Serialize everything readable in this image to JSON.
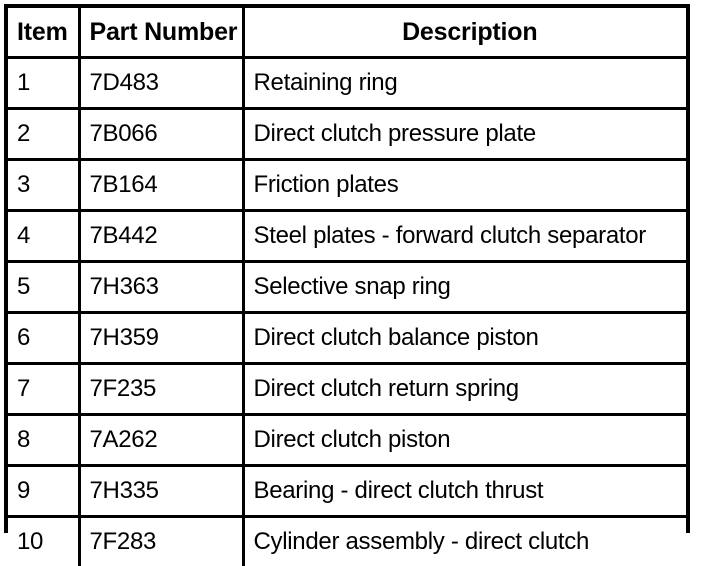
{
  "table": {
    "columns": [
      {
        "key": "item",
        "label": "Item",
        "align": "left"
      },
      {
        "key": "part_number",
        "label": "Part Number",
        "align": "left"
      },
      {
        "key": "description",
        "label": "Description",
        "align": "center"
      }
    ],
    "rows": [
      {
        "item": "1",
        "part_number": "7D483",
        "description": "Retaining ring"
      },
      {
        "item": "2",
        "part_number": "7B066",
        "description": "Direct clutch pressure plate"
      },
      {
        "item": "3",
        "part_number": "7B164",
        "description": "Friction plates"
      },
      {
        "item": "4",
        "part_number": "7B442",
        "description": "Steel plates - forward clutch separator"
      },
      {
        "item": "5",
        "part_number": "7H363",
        "description": "Selective snap ring"
      },
      {
        "item": "6",
        "part_number": "7H359",
        "description": "Direct clutch balance piston"
      },
      {
        "item": "7",
        "part_number": "7F235",
        "description": "Direct clutch return spring"
      },
      {
        "item": "8",
        "part_number": "7A262",
        "description": "Direct clutch piston"
      },
      {
        "item": "9",
        "part_number": "7H335",
        "description": "Bearing - direct clutch thrust"
      },
      {
        "item": "10",
        "part_number": "7F283",
        "description": "Cylinder assembly - direct clutch"
      }
    ]
  },
  "colors": {
    "background": "#ffffff",
    "text": "#000000",
    "rule": "#000000"
  }
}
